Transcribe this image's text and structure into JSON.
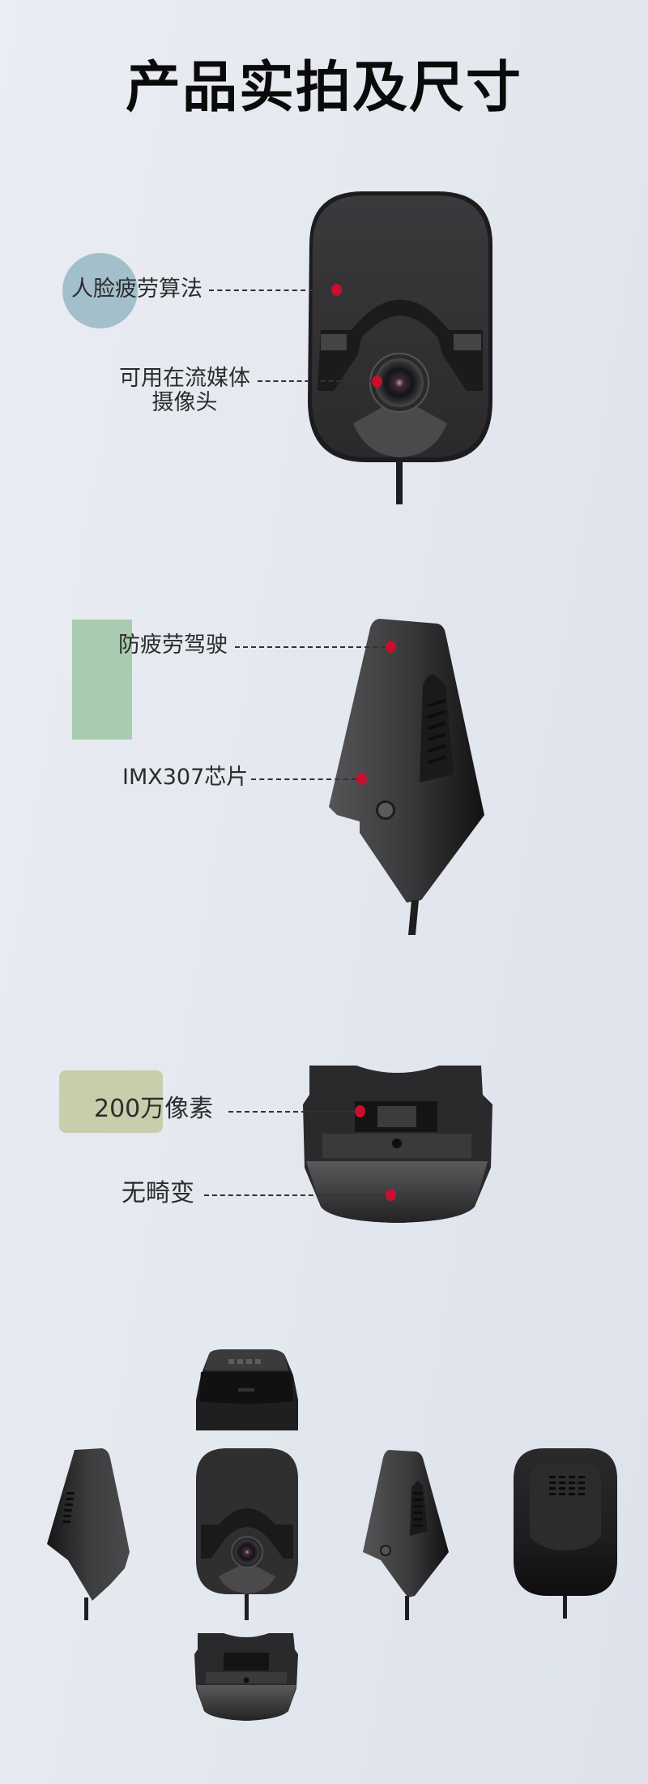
{
  "title": "产品实拍及尺寸",
  "colors": {
    "background": "#e4e8ef",
    "title": "#0a0a0a",
    "label_text": "#2c2c2c",
    "marker_dot": "#c8102e",
    "deco_circle": "#a3bfcb",
    "deco_green": "#a9cbb0",
    "deco_olive": "#c8ceab",
    "device_body": "#2b2b2d"
  },
  "sections": [
    {
      "view": "front",
      "callouts": [
        {
          "label": "人脸疲劳算法"
        },
        {
          "label_line1": "可用在流媒体",
          "label_line2": "摄像头"
        }
      ]
    },
    {
      "view": "side",
      "callouts": [
        {
          "label": "防疲劳驾驶"
        },
        {
          "label": "IMX307芯片"
        }
      ]
    },
    {
      "view": "bottom",
      "callouts": [
        {
          "label": "200万像素"
        },
        {
          "label": "无畸变"
        }
      ]
    }
  ],
  "views_grid": {
    "items": [
      "top-view",
      "left-side-view",
      "front-view",
      "right-side-view",
      "back-view",
      "bottom-view"
    ]
  }
}
